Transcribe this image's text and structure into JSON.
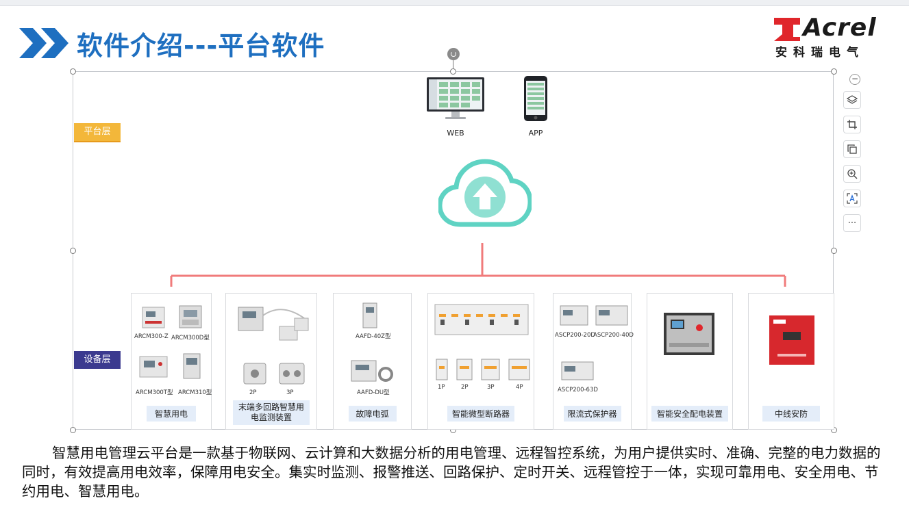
{
  "header": {
    "title": "软件介绍---平台软件"
  },
  "logo": {
    "brand": "Acrel",
    "subtitle": "安科瑞电气"
  },
  "layers": {
    "platform": "平台层",
    "device": "设备层"
  },
  "platform": {
    "web_label": "WEB",
    "app_label": "APP"
  },
  "cards": [
    {
      "label": "智慧用电",
      "captions": [
        "ARCM300-Z",
        "ARCM300D型",
        "ARCM300T型",
        "ARCM310型"
      ]
    },
    {
      "label": "末端多回路智慧用电监测装置",
      "captions": [
        "2P",
        "3P"
      ]
    },
    {
      "label": "故障电弧",
      "captions": [
        "AAFD-40Z型",
        "AAFD-DU型"
      ]
    },
    {
      "label": "智能微型断路器",
      "captions": [
        "1P",
        "2P",
        "3P",
        "4P"
      ]
    },
    {
      "label": "限流式保护器",
      "captions": [
        "ASCP200-20D",
        "ASCP200-40D",
        "ASCP200-63D"
      ]
    },
    {
      "label": "智能安全配电装置",
      "captions": []
    },
    {
      "label": "中线安防",
      "captions": []
    }
  ],
  "toolbar": {
    "icons": [
      "minus-icon",
      "layers-icon",
      "crop-icon",
      "copy-icon",
      "zoom-in-icon",
      "text-recognition-icon",
      "more-icon"
    ],
    "more_glyph": "···",
    "minus_glyph": "−"
  },
  "description": "智慧用电管理云平台是一款基于物联网、云计算和大数据分析的用电管理、远程智控系统，为用户提供实时、准确、完整的电力数据的同时，有效提高用电效率，保障用电安全。集实时监测、报警推送、回路保护、定时开关、远程管控于一体，实现可靠用电、安全用电、节约用电、智慧用电。",
  "colors": {
    "title_blue": "#1e6fc0",
    "cloud_teal": "#5fd3c3",
    "connector_red": "#f07b7b",
    "platform_tag": "#f3b73a",
    "device_tag": "#3b3a8f",
    "logo_red": "#e0262b"
  }
}
